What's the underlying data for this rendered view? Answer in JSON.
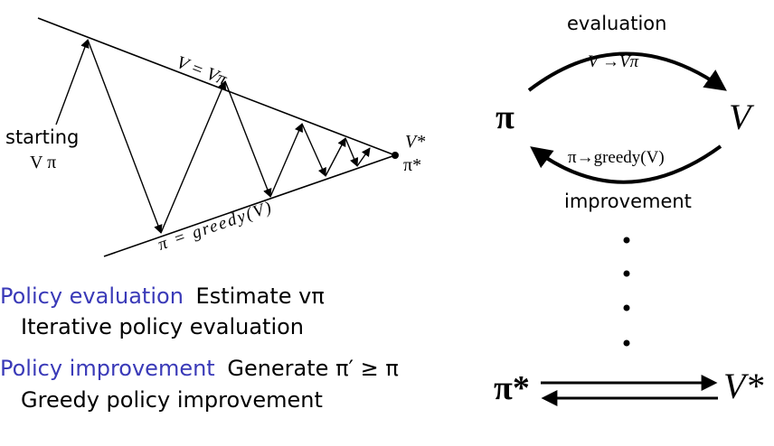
{
  "left_diagram": {
    "starting_label_line1": "starting",
    "starting_label_line2": "V  π",
    "upper_line_label": "V = Vπ",
    "lower_line_label": "π = greedy(V)",
    "convergence_label_v": "V*",
    "convergence_label_pi": "π*"
  },
  "right_diagram": {
    "pi_label": "π",
    "v_label": "V",
    "evaluation_label": "evaluation",
    "evaluation_formula": "V →Vπ",
    "improvement_formula": "π→greedy(V)",
    "improvement_label": "improvement",
    "pi_star_label": "π*",
    "v_star_label": "V*"
  },
  "text_blocks": [
    {
      "heading": "Policy evaluation",
      "detail": "Estimate vπ",
      "subitem": "Iterative policy evaluation"
    },
    {
      "heading": "Policy improvement",
      "detail": "Generate π′ ≥ π",
      "subitem": "Greedy policy improvement"
    }
  ],
  "colors": {
    "accent": "#3a3ab8",
    "ink": "#000000",
    "background": "#ffffff"
  }
}
